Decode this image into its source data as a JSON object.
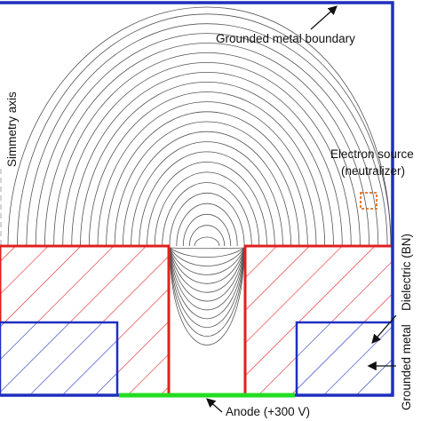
{
  "labels": {
    "boundary": "Grounded metal boundary",
    "axis": "Simmetry axis",
    "source_line1": "Electron source",
    "source_line2": "(neutralizer)",
    "dielectric": "Dielectric (BN)",
    "grounded": "Grounded metal",
    "anode": "Anode (+300 V)"
  },
  "colors": {
    "boundary": "#1f2fbf",
    "dielectric": "#e02020",
    "grounded": "#1f2fbf",
    "anode": "#22dd22",
    "field_lines": "#555555",
    "source_marker": "#e07020",
    "axis": "#aaaaaa"
  }
}
